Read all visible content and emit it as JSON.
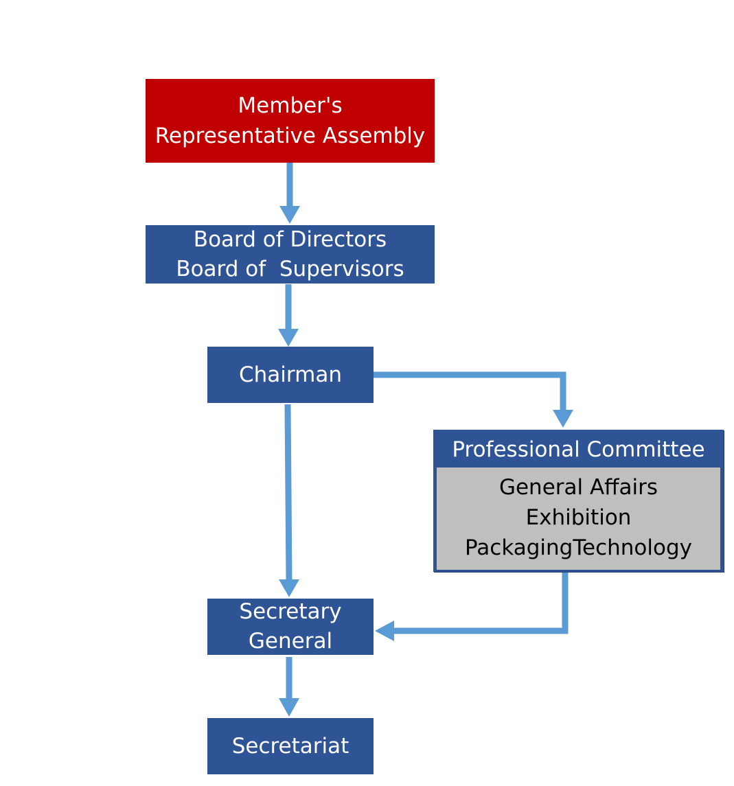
{
  "nodes": {
    "assembly": {
      "lines": [
        "Member's",
        "Representative Assembly"
      ]
    },
    "boards": {
      "lines": [
        "Board of Directors",
        "Board of  Supervisors"
      ]
    },
    "chairman": {
      "label": "Chairman"
    },
    "committee": {
      "title": "Professional Committee",
      "items": [
        "General Affairs",
        "Exhibition",
        "PackagingTechnology"
      ]
    },
    "secretary_general": {
      "lines": [
        "Secretary",
        "General"
      ]
    },
    "secretariat": {
      "label": "Secretariat"
    }
  },
  "colors": {
    "assembly": "#c00000",
    "node": "#2f5496",
    "committee_list": "#bfbfbf",
    "connector": "#5b9bd5"
  }
}
